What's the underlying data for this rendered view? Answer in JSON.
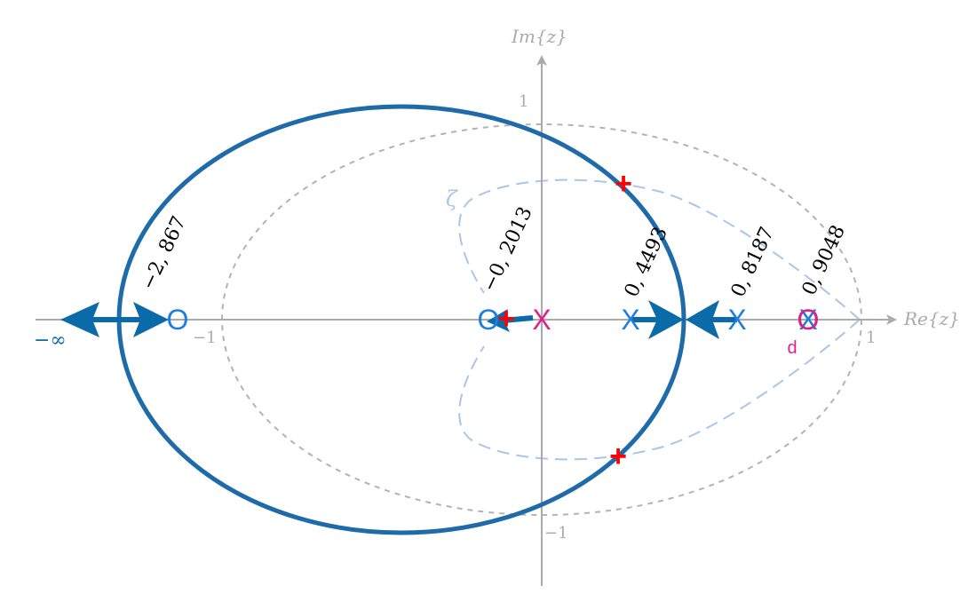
{
  "axes": {
    "re_label": "Re{z}",
    "im_label": "Im{z}",
    "tick_pos_one_x": "1",
    "tick_neg_one_x": "−1",
    "tick_pos_one_y": "1",
    "tick_neg_one_y": "−1"
  },
  "symbols": {
    "zeta": "ζ",
    "neg_infinity": "−∞",
    "d_marker": "d"
  },
  "point_values": {
    "zero_far_left": "−2, 867",
    "zero_near_origin": "−0, 2013",
    "pole_a": "0, 4493",
    "pole_b": "0, 8187",
    "pole_c": "0, 9048"
  },
  "colors": {
    "locus": "#1f6aa8",
    "arrows": "#0b6aa8",
    "markers": "#1a7fe0",
    "unit_circle": "#b3b3b3",
    "damping_curve": "#a9c6e8",
    "closed_loop": "#ff0000",
    "controller": "#e0208a",
    "text": "#000000",
    "axis": "#aaaaaa"
  }
}
